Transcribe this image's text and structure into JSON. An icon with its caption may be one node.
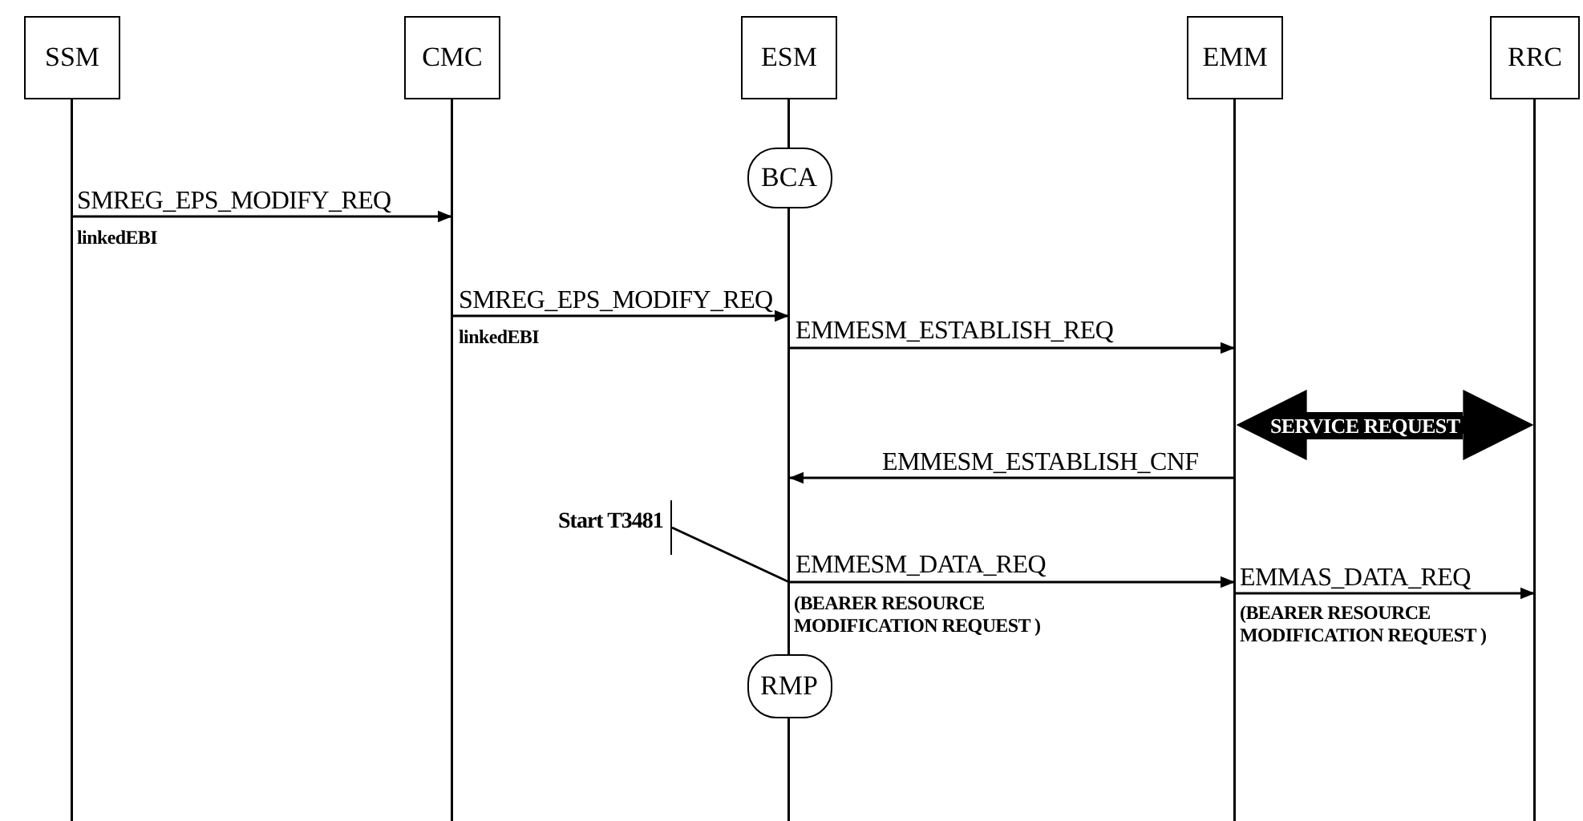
{
  "diagram": {
    "nodes": [
      {
        "text": [
          "SSM"
        ]
      },
      {
        "text": [
          "CMC"
        ]
      },
      {
        "text": [
          "ESM"
        ]
      },
      {
        "text": [
          "EMM"
        ]
      },
      {
        "text": [
          "RRC"
        ]
      },
      {
        "text": [
          "BCA"
        ],
        "in": 2
      },
      {
        "text": [
          "Start T3481"
        ]
      },
      {
        "text": [
          "RMP"
        ],
        "in": 2
      }
    ],
    "edges": [
      {
        "from": 0,
        "to": 1,
        "arrow": "to",
        "label": "SMREG_EPS_MODIFY_REQ"
      },
      {
        "from": 1,
        "to": 2,
        "arrow": "to",
        "label": "SMREG_EPS_MODIFY_REQ"
      },
      {
        "from": 2,
        "to": 3,
        "arrow": "to",
        "label": "EMMESM_ESTABLISH_REQ"
      },
      {
        "from": 3,
        "to": 4,
        "arrow": "both",
        "label": "SERVICE REQUEST",
        "style": "thick"
      },
      {
        "from": 3,
        "to": 2,
        "arrow": "to",
        "label": "EMMESM_ESTABLISH_CNF"
      },
      {
        "from": 2,
        "to": 3,
        "arrow": "to",
        "label": "EMMESM_DATA_REQ"
      },
      {
        "from": 3,
        "to": 4,
        "arrow": "to",
        "label": "EMMAS_DATA_REQ"
      },
      {
        "from": 6,
        "to": 2,
        "arrow": "none"
      }
    ],
    "labels": [
      "linkedEBI",
      "linkedEBI",
      "(BEARER RESOURCE MODIFICATION REQUEST )",
      "(BEARER RESOURCE MODIFICATION REQUEST )"
    ]
  }
}
